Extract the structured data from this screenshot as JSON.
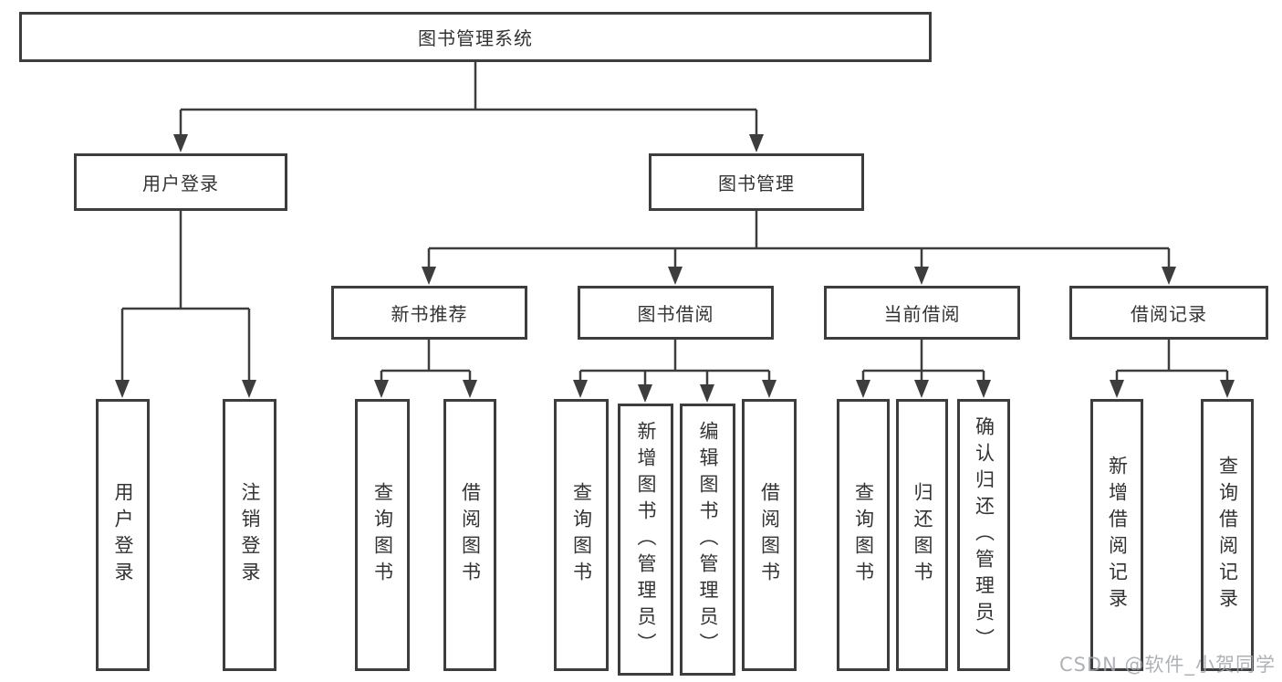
{
  "nodes": {
    "root": "图书管理系统",
    "user_login": "用户登录",
    "book_management": "图书管理",
    "new_book_recommend": "新书推荐",
    "book_borrow": "图书借阅",
    "current_borrow": "当前借阅",
    "borrow_record": "借阅记录",
    "leaf_user_login": "用户登录",
    "leaf_logout": "注销登录",
    "leaf_query_books_a": "查询图书",
    "leaf_borrow_books_a": "借阅图书",
    "leaf_query_books_b": "查询图书",
    "leaf_add_books_admin": "新增图书（管理员）",
    "leaf_edit_books_admin": "编辑图书（管理员）",
    "leaf_borrow_books_b": "借阅图书",
    "leaf_query_books_c": "查询图书",
    "leaf_return_books": "归还图书",
    "leaf_confirm_return_admin": "确认归还（管理员）",
    "leaf_add_borrow_record": "新增借阅记录",
    "leaf_query_borrow_record": "查询借阅记录"
  },
  "watermark": "CSDN @软件_小贺同学",
  "colors": {
    "line": "#3d3d3d",
    "text": "#333333",
    "background": "#ffffff",
    "watermark": "#a0a5aa"
  }
}
